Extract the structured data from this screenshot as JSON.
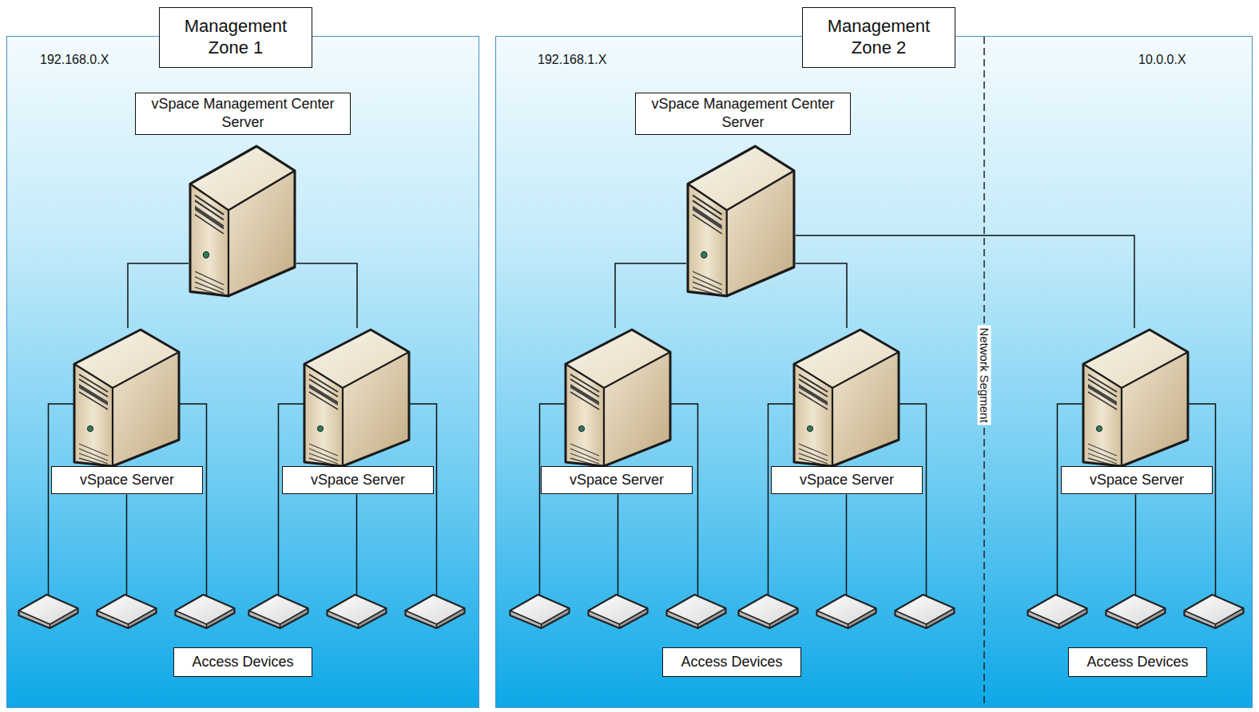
{
  "diagram": {
    "nodes": [
      {
        "text": [
          "Management Zone 1"
        ]
      },
      {
        "text": [
          "vSpace Management Center Server"
        ],
        "in": 0
      },
      {
        "text": [
          "vSpace Server"
        ],
        "in": 0
      },
      {
        "text": [
          "vSpace Server"
        ],
        "in": 0
      },
      {
        "text": [
          "Access Devices"
        ],
        "in": 0
      },
      {
        "text": [
          "Management Zone 2"
        ]
      },
      {
        "text": [
          "vSpace Management Center Server"
        ],
        "in": 5
      },
      {
        "text": [
          "vSpace Server"
        ],
        "in": 5
      },
      {
        "text": [
          "vSpace Server"
        ],
        "in": 5
      },
      {
        "text": [
          "vSpace Server"
        ],
        "in": 5
      },
      {
        "text": [
          "Access Devices"
        ],
        "in": 5
      },
      {
        "text": [
          "Access Devices"
        ],
        "in": 5
      }
    ],
    "edges": [
      {
        "from": 1,
        "to": 2,
        "arrow": "none"
      },
      {
        "from": 1,
        "to": 3,
        "arrow": "none"
      },
      {
        "from": 6,
        "to": 7,
        "arrow": "none"
      },
      {
        "from": 6,
        "to": 8,
        "arrow": "none"
      },
      {
        "from": 6,
        "to": 9,
        "arrow": "none"
      }
    ],
    "labels": [
      "192.168.0.X",
      "192.168.1.X",
      "10.0.0.X",
      "Network Segment"
    ]
  }
}
